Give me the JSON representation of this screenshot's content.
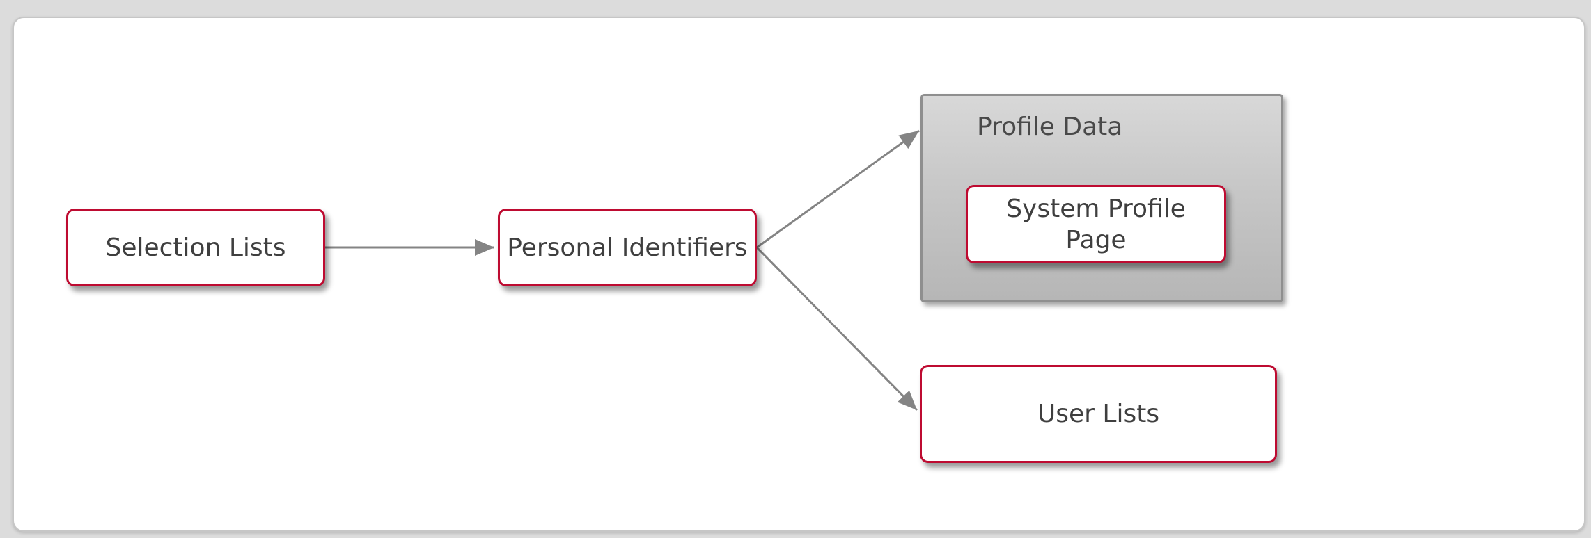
{
  "diagram": {
    "nodes": [
      {
        "id": "selection-lists",
        "label": "Selection Lists"
      },
      {
        "id": "personal-identifiers",
        "label": "Personal Identifiers"
      },
      {
        "id": "profile-data",
        "label": "Profile Data",
        "type": "container"
      },
      {
        "id": "system-profile-page",
        "label": "System Profile Page",
        "parent": "profile-data"
      },
      {
        "id": "user-lists",
        "label": "User Lists"
      }
    ],
    "edges": [
      {
        "from": "selection-lists",
        "to": "personal-identifiers"
      },
      {
        "from": "personal-identifiers",
        "to": "profile-data"
      },
      {
        "from": "personal-identifiers",
        "to": "user-lists"
      }
    ],
    "colors": {
      "node_border": "#be0b31",
      "node_fill": "#ffffff",
      "container_border": "#8f8f8f",
      "container_fill_top": "#d8d8d8",
      "container_fill_bottom": "#b6b6b6",
      "arrow": "#848484",
      "text": "#3f3f3f",
      "page_background": "#dcdcdc",
      "canvas_background": "#ffffff"
    }
  }
}
